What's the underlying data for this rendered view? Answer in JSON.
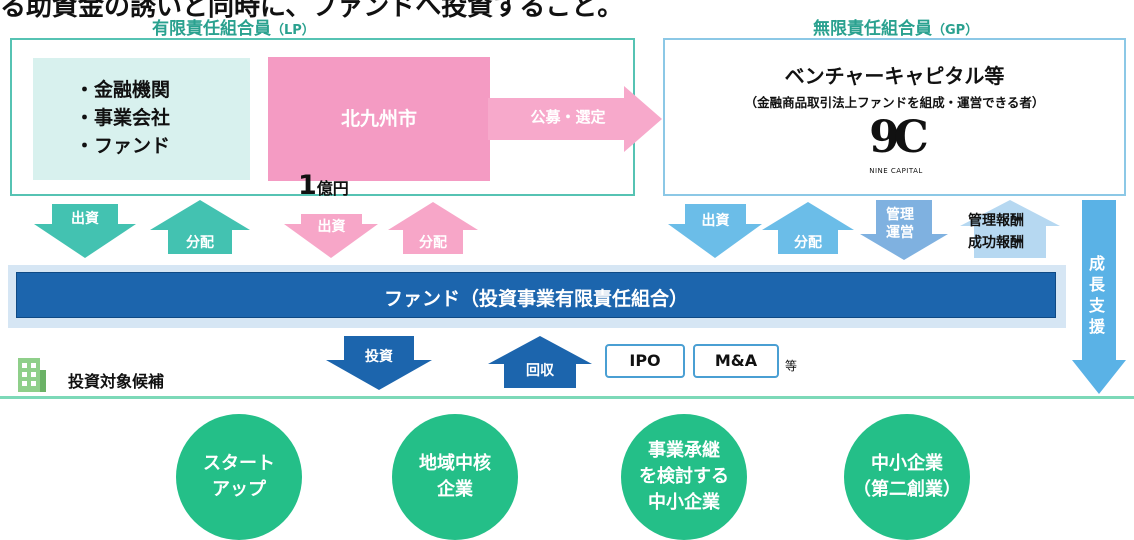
{
  "header": {
    "cut_text": "る助資金の誘いと同時に、ファンドへ投資すること。"
  },
  "lp": {
    "title": "有限責任組合員",
    "title_suffix": "（LP）",
    "investors": [
      "・金融機関",
      "・事業会社",
      "・ファンド"
    ],
    "city": "北九州市",
    "amount_number": "1",
    "amount_unit": "億円"
  },
  "recruit": {
    "label": "公募・選定"
  },
  "gp": {
    "title": "無限責任組合員",
    "title_suffix": "（GP）",
    "name": "ベンチャーキャピタル等",
    "subtitle": "（金融商品取引法上ファンドを組成・運営できる者）",
    "logo_mark": "9C",
    "logo_text": "NINE CAPITAL"
  },
  "flows": {
    "invest": "出資",
    "distribute": "分配",
    "mgmt_line1": "管理",
    "mgmt_line2": "運営",
    "fee_line1": "管理報酬",
    "fee_line2": "成功報酬"
  },
  "fund": {
    "label": "ファンド（投資事業有限責任組合）"
  },
  "growth": {
    "label": "成長支援"
  },
  "investment": {
    "invest": "投資",
    "collect": "回収",
    "exits": [
      "IPO",
      "M&A"
    ],
    "etc": "等",
    "candidates": "投資対象候補"
  },
  "targets": [
    "スタート\nアップ",
    "地域中核\n企業",
    "事業承継\nを検討する\n中小企業",
    "中小企業\n（第二創業）"
  ],
  "colors": {
    "teal": "#43c2b1",
    "pink": "#f49bc3",
    "sky": "#6bbde8",
    "navy": "#1c65ad",
    "green": "#24bf88"
  }
}
